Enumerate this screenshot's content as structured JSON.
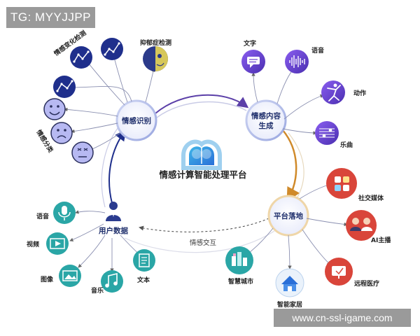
{
  "watermark_tag": "TG: MYYJJPP",
  "watermark_url": "www.cn-ssl-igame.com",
  "center_title": "情感计算智能处理平台",
  "hubs": {
    "recognition": "情感识别",
    "generation_line1": "情感内容",
    "generation_line2": "生成",
    "landing": "平台落地",
    "user_data": "用户数据"
  },
  "edge_label": "情感交互",
  "recognition_items": {
    "change_detection": "情感变化检测",
    "depression": "抑郁症检测",
    "classification": "情感分类"
  },
  "generation_items": [
    "文字",
    "语音",
    "动作",
    "乐曲"
  ],
  "landing_items": [
    "社交媒体",
    "AI主播",
    "远程医疗",
    "智能家居",
    "智慧城市"
  ],
  "user_data_items": [
    "语音",
    "视频",
    "图像",
    "音乐",
    "文本"
  ],
  "colors": {
    "hub_border": "#6e7fd1",
    "navy_node": "#1f2f8c",
    "purple_node": "#6a3fd0",
    "orange_arrow": "#d08a2a",
    "red_node": "#d9453a",
    "teal_node": "#2aa6a6",
    "face_node": "#b7b9f2"
  }
}
